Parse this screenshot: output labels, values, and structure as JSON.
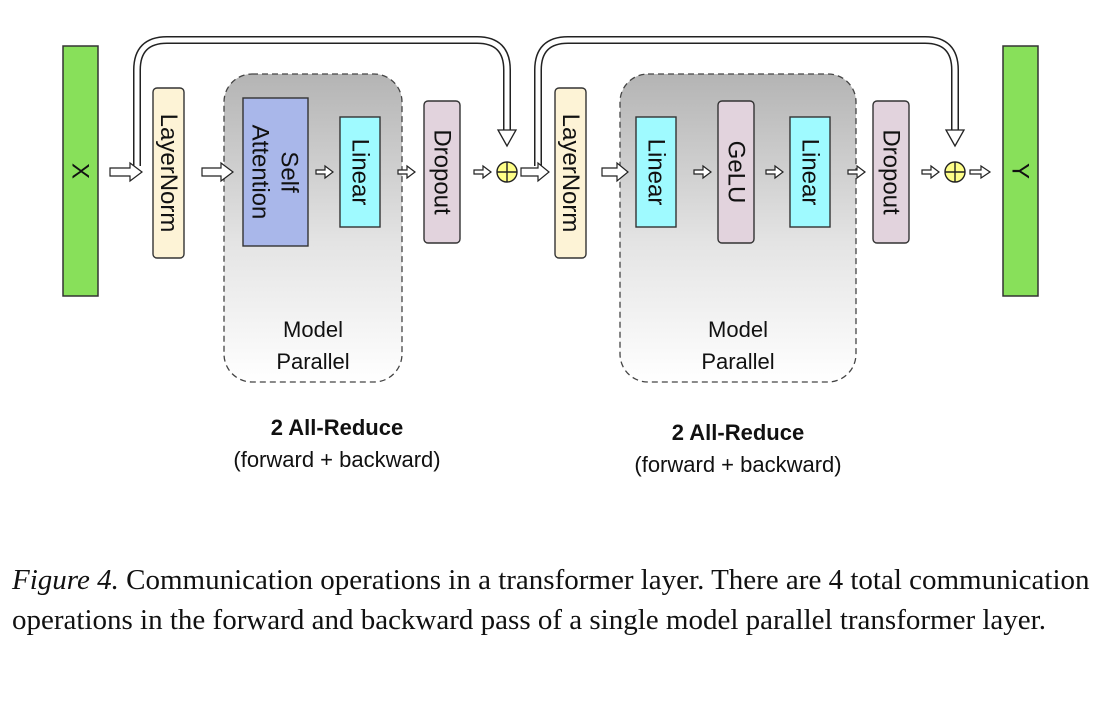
{
  "diagram": {
    "input_label": "X",
    "output_label": "Y",
    "block1": {
      "layernorm": "LayerNorm",
      "self_attention_line1": "Self",
      "self_attention_line2": "Attention",
      "linear": "Linear",
      "dropout": "Dropout",
      "region_line1": "Model",
      "region_line2": "Parallel",
      "comm_title": "2 All-Reduce",
      "comm_subtitle": "(forward + backward)"
    },
    "block2": {
      "layernorm": "LayerNorm",
      "linear1": "Linear",
      "gelu": "GeLU",
      "linear2": "Linear",
      "dropout": "Dropout",
      "region_line1": "Model",
      "region_line2": "Parallel",
      "comm_title": "2 All-Reduce",
      "comm_subtitle": "(forward + backward)"
    },
    "colors": {
      "io_green": "#88e05a",
      "layernorm": "#fdf3d6",
      "self_attention": "#a9b7ea",
      "linear": "#9ffaff",
      "dropout": "#e2d3dd",
      "gelu": "#e2d3dd",
      "adder": "#ffff88"
    }
  },
  "caption": {
    "label": "Figure 4.",
    "text": "Communication operations in a transformer layer. There are 4 total communication operations in the forward and backward pass of a single model parallel transformer layer."
  }
}
